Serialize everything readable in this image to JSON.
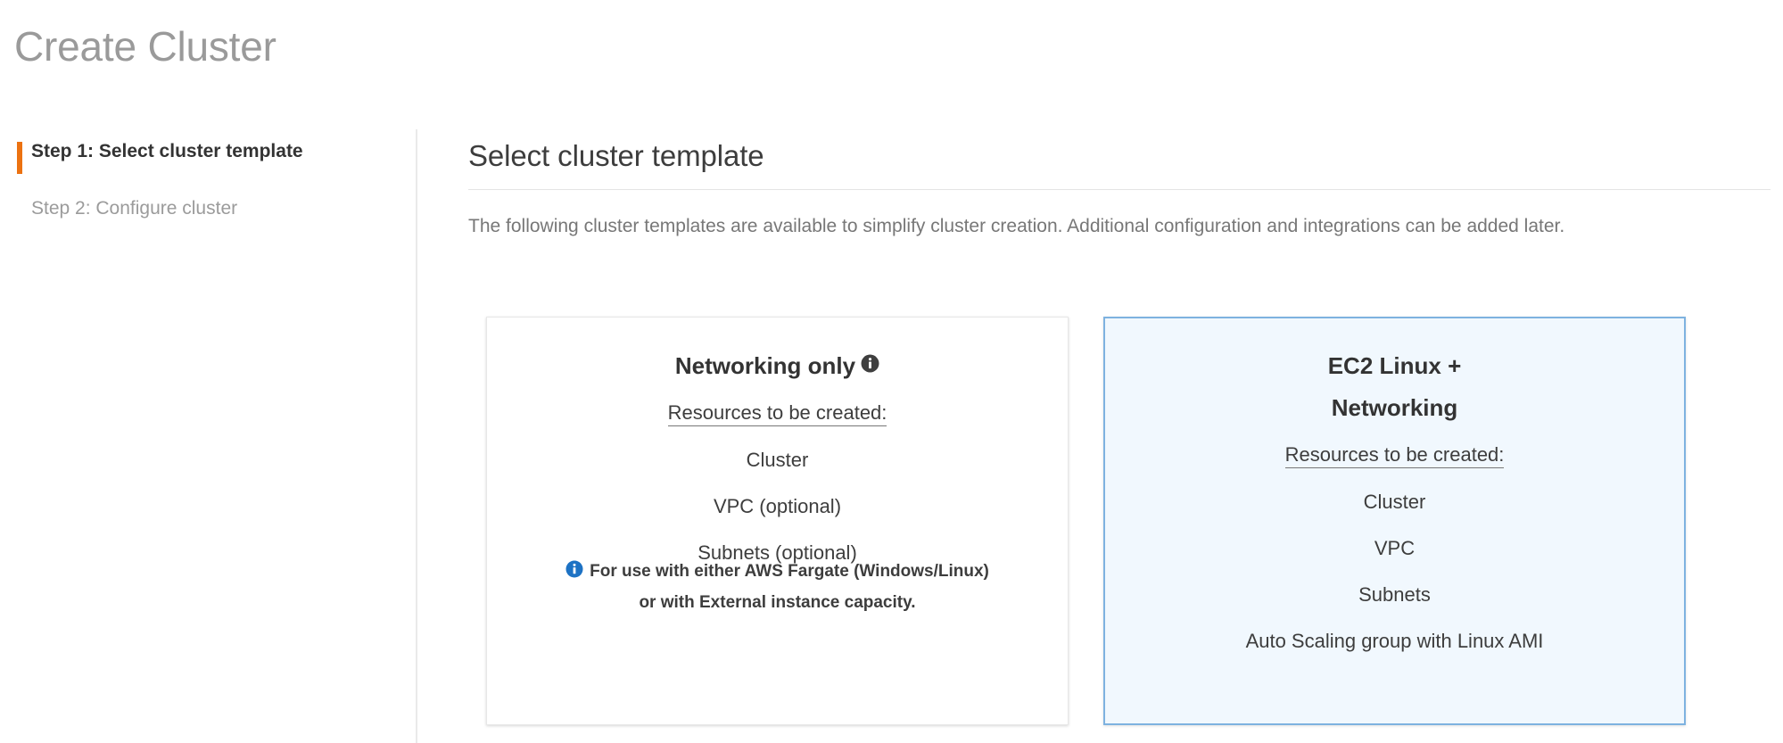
{
  "page": {
    "title": "Create Cluster"
  },
  "wizard": {
    "steps": [
      {
        "label": "Step 1: Select cluster template",
        "active": true
      },
      {
        "label": "Step 2: Configure cluster",
        "active": false
      }
    ],
    "active_marker_color": "#ec7211"
  },
  "main": {
    "section_title": "Select cluster template",
    "section_description": "The following cluster templates are available to simplify cluster creation. Additional configuration and integrations can be added later."
  },
  "templates": {
    "resources_heading": "Resources to be created:",
    "cards": [
      {
        "title": "Networking only",
        "has_title_info_icon": true,
        "selected": false,
        "resources": [
          "Cluster",
          "VPC (optional)",
          "Subnets (optional)"
        ],
        "note_line_1": "For use with either AWS Fargate (Windows/Linux)",
        "note_line_2": "or with External instance capacity.",
        "note_icon_color": "#1d72c4"
      },
      {
        "title_line_1": "EC2 Linux +",
        "title_line_2": "Networking",
        "has_title_info_icon": false,
        "selected": true,
        "resources": [
          "Cluster",
          "VPC",
          "Subnets",
          "Auto Scaling group with Linux AMI"
        ],
        "selected_background": "#f1f8fe",
        "selected_border": "#7eb2e0"
      }
    ]
  }
}
